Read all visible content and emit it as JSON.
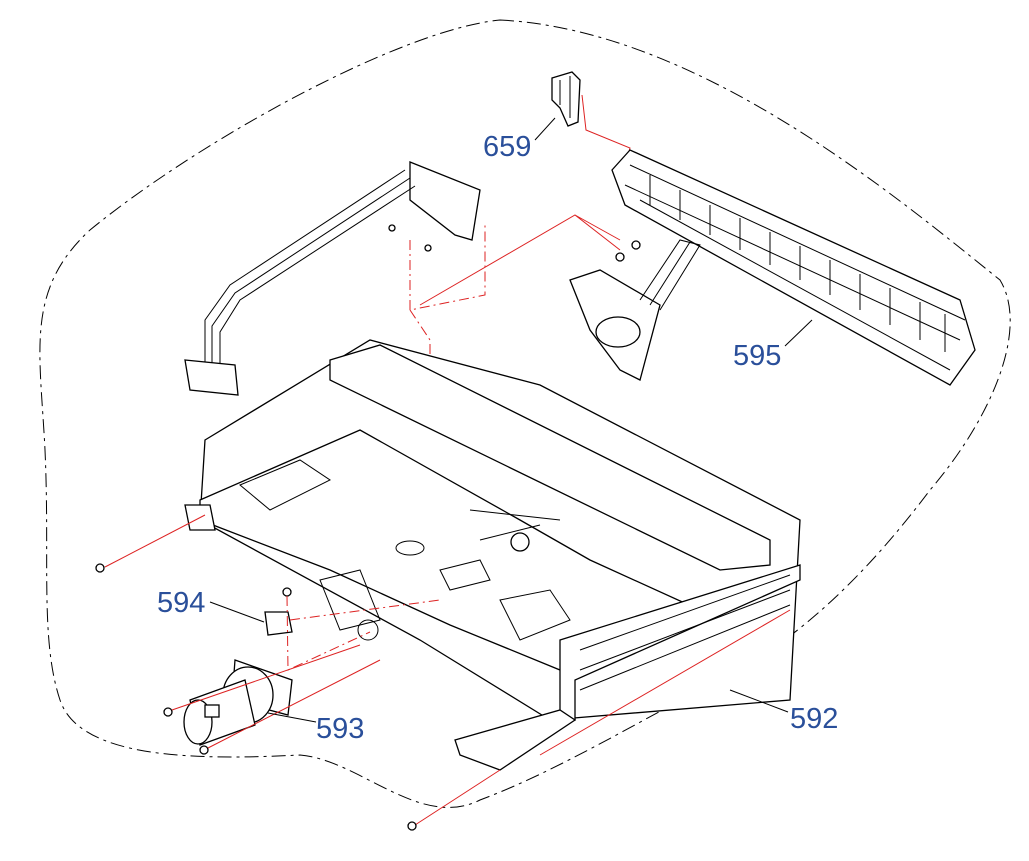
{
  "diagram": {
    "callouts": [
      {
        "id": "659",
        "text": "659"
      },
      {
        "id": "595",
        "text": "595"
      },
      {
        "id": "594",
        "text": "594"
      },
      {
        "id": "593",
        "text": "593"
      },
      {
        "id": "592",
        "text": "592"
      }
    ],
    "label_color": "#2a4f9a",
    "guide_color": "#dd2222"
  }
}
